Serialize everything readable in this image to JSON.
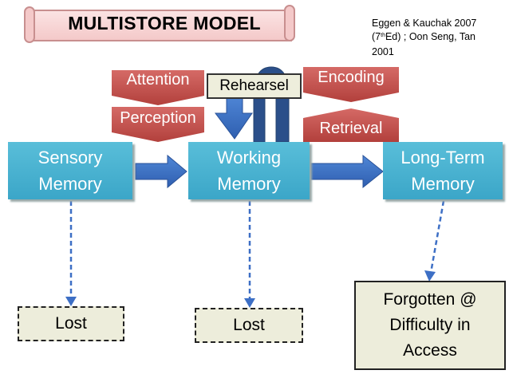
{
  "title": "MULTISTORE MODEL",
  "citation": {
    "line1": "Eggen & Kauchak 2007",
    "line2_pre": "(7",
    "line2_sup": "th",
    "line2_post": "Ed) ; Oon Seng, Tan",
    "line3": "2001"
  },
  "stores": {
    "sensory": "Sensory Memory",
    "working": "Working Memory",
    "longterm": "Long-Term Memory"
  },
  "processes": {
    "attention": "Attention",
    "perception": "Perception",
    "encoding": "Encoding",
    "retrieval": "Retrieval",
    "rehearsel": "Rehearsel"
  },
  "outcomes": {
    "lost_sensory": "Lost",
    "lost_working": "Lost",
    "forgotten": "Forgotten @ Difficulty in Access"
  },
  "colors": {
    "memory_box": "#4bb3d3",
    "process_arrow": "#c0504d",
    "flow_arrow": "#3e6fc0",
    "outcome_box": "#ededdb"
  }
}
